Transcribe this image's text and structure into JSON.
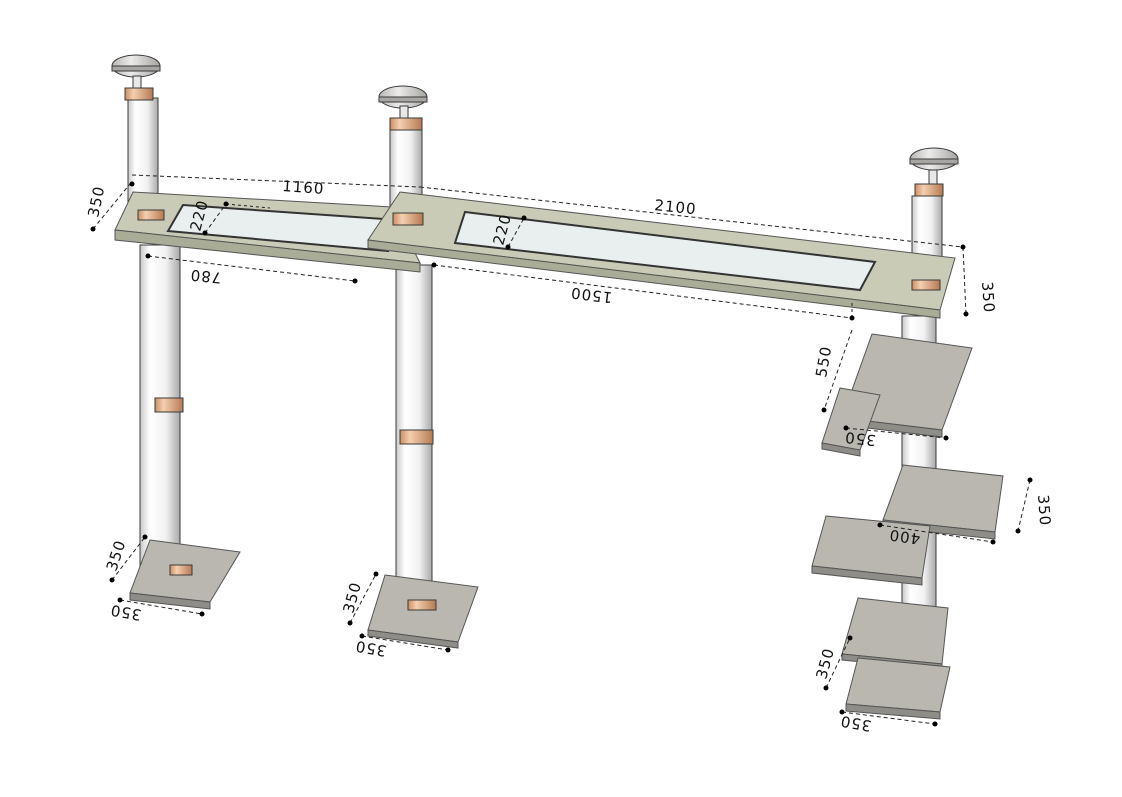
{
  "colors": {
    "plank_top": "#c9cbb6",
    "plank_side": "#a9ac96",
    "board_top": "#b9b7b0",
    "board_side": "#8f8d87",
    "glass": "#e9eeef",
    "pole": "#f4f4f4",
    "ring": "#e5b48e",
    "cap": "#d8d6d2"
  },
  "icons": {
    "tray": "tray-icon",
    "pole": "pole-icon",
    "cap": "ceiling-cap-icon",
    "base": "base-plate-icon"
  },
  "dimensions": {
    "left_tray_length": "1160",
    "left_tray_width": "350",
    "left_opening_length": "780",
    "left_opening_width": "220",
    "right_tray_length": "2100",
    "right_tray_width": "350",
    "right_opening_length": "1500",
    "right_opening_width": "220",
    "shelf1_height": "550",
    "shelf1_width": "350",
    "shelf2_depth": "350",
    "shelf2_width": "400",
    "base_left_depth": "350",
    "base_left_width": "350",
    "base_mid_depth": "350",
    "base_mid_width": "350",
    "base_right_depth": "350",
    "base_right_width": "350"
  }
}
